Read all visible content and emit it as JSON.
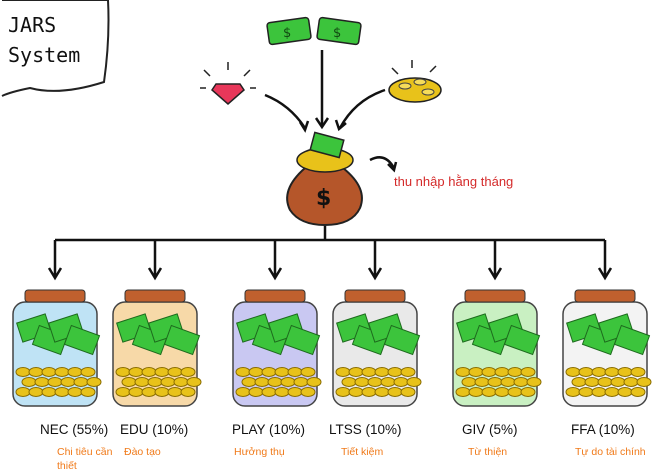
{
  "title": {
    "line1": "JARS",
    "line2": "System"
  },
  "income_label": "thu nhập hằng tháng",
  "jars": [
    {
      "name": "NEC (55%)",
      "desc": "Chi tiêu cần thiết",
      "tint": "#bfe3f5"
    },
    {
      "name": "EDU (10%)",
      "desc": "Đào tạo",
      "tint": "#f7d9a8"
    },
    {
      "name": "PLAY (10%)",
      "desc": "Hưởng thụ",
      "tint": "#c9c8f2"
    },
    {
      "name": "LTSS (10%)",
      "desc": "Tiết kiệm",
      "tint": "#e9e9e9"
    },
    {
      "name": "GIV (5%)",
      "desc": "Từ thiện",
      "tint": "#c9f0c2"
    },
    {
      "name": "FFA (10%)",
      "desc": "Tự do tài chính",
      "tint": "#f3f3f3"
    }
  ],
  "colors": {
    "accent_red": "#d42a2a",
    "desc_orange": "#f07a1a",
    "money_green": "#3cc43c",
    "coin_gold": "#e8c21a",
    "bag_brown": "#b5562a",
    "lid_brown": "#c0602e"
  }
}
